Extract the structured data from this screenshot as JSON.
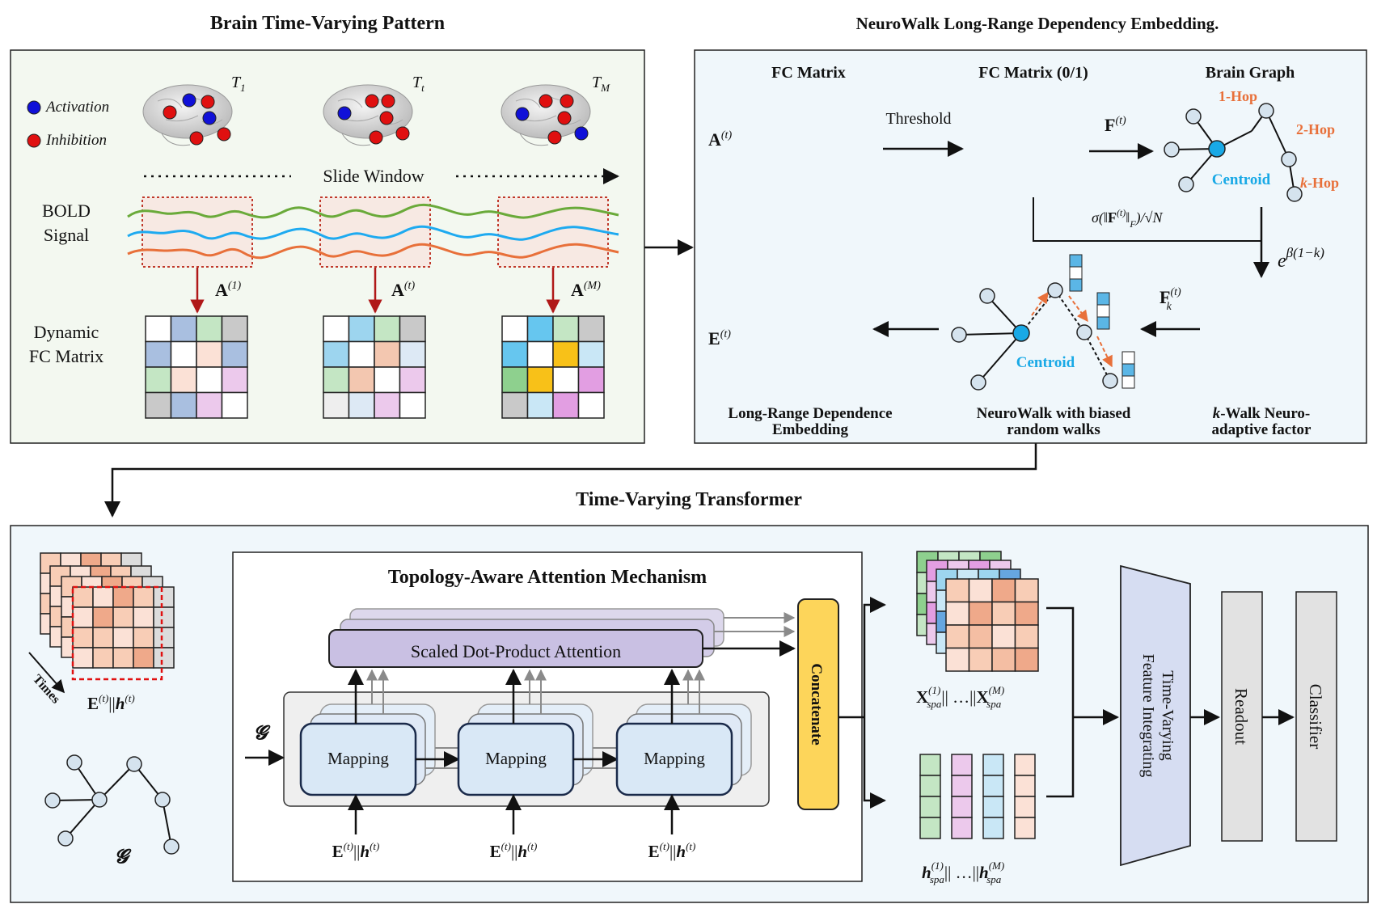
{
  "titles": {
    "pattern": "Brain Time-Varying Pattern",
    "neurowalk": "NeuroWalk Long-Range Dependency Embedding.",
    "transformer": "Time-Varying Transformer",
    "attention": "Topology-Aware Attention Mechanism"
  },
  "pattern": {
    "legend_activation": "Activation",
    "legend_inhibition": "Inhibition",
    "t1_base": "T",
    "t1_sub": "1",
    "tt_base": "T",
    "tt_sub": "t",
    "tm_base": "T",
    "tm_sub": "M",
    "slide_window": "Slide Window",
    "bold_line1": "BOLD",
    "bold_line2": "Signal",
    "fc_line1": "Dynamic",
    "fc_line2": "FC Matrix",
    "a1_base": "A",
    "a1_sup": "(1)",
    "at_base": "A",
    "at_sup": "(t)",
    "am_base": "A",
    "am_sup": "(M)"
  },
  "neurowalk": {
    "fc_matrix": "FC Matrix",
    "fc_matrix_binary": "FC Matrix (0/1)",
    "brain_graph": "Brain Graph",
    "threshold": "Threshold",
    "a_base": "A",
    "a_sup": "(t)",
    "f_base": "F",
    "f_sup": "(t)",
    "hop1": "1-Hop",
    "hop2": "2-Hop",
    "hopk_k": "k",
    "hopk_rest": "-Hop",
    "centroid": "Centroid",
    "sigma_formula": "σ(‖F(t)‖F)/√N",
    "exp_base": "e",
    "exp_sup": "β(1−k)",
    "fk_base": "F",
    "fk_sup": "(t)",
    "fk_sub": "k",
    "e_base": "E",
    "e_sup": "(t)",
    "kwalk_k": "k",
    "kwalk_line1": "-Walk Neuro-",
    "kwalk_line2": "adaptive factor",
    "neurowalk_line1": "NeuroWalk with biased",
    "neurowalk_line2": "random walks",
    "lrde_line1": "Long-Range Dependence",
    "lrde_line2": "Embedding"
  },
  "transformer": {
    "times": "Times",
    "eh_e": "E",
    "eh_sup": "(t)",
    "eh_sep": "||",
    "eh_h": "h",
    "eh_hsup": "(t)",
    "g": "𝓖",
    "sdpa": "Scaled Dot-Product Attention",
    "mapping": "Mapping",
    "concatenate": "Concatenate",
    "xspa_formula": "X(1)spa|| …||X(M)spa",
    "hspa_formula": "h(1)spa|| …||h(M)spa",
    "tvfi_line1": "Time-Varying",
    "tvfi_line2": "Feature Integrating",
    "readout": "Readout",
    "classifier": "Classifier"
  },
  "colors": {
    "activation": "#1010d8",
    "inhibition": "#e01010",
    "green_signal": "#6aaa3a",
    "blue_signal": "#1eaaf0",
    "orange_signal": "#e8703a",
    "centroid": "#19a9e6",
    "hop_label": "#e8703a",
    "panel_bg": "#f3f8f0",
    "panel2_bg": "#f0f7fb",
    "concat_fill": "#fdd55a",
    "attn_fill": "#c9c0e3",
    "map_fill": "#d9e8f6"
  }
}
